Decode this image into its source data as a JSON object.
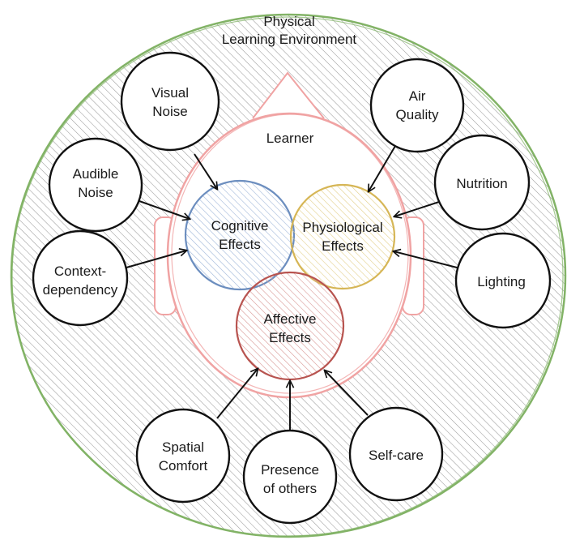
{
  "environment": {
    "label_lines": [
      "Physical",
      "Learning Environment"
    ]
  },
  "learner": {
    "label": "Learner"
  },
  "effects": {
    "cognitive": {
      "lines": [
        "Cognitive",
        "Effects"
      ],
      "color": "#6c8ebf"
    },
    "physiological": {
      "lines": [
        "Physiological",
        "Effects"
      ],
      "color": "#d6b656"
    },
    "affective": {
      "lines": [
        "Affective",
        "Effects"
      ],
      "color": "#b85450"
    }
  },
  "factors": {
    "visual_noise": {
      "lines": [
        "Visual",
        "Noise"
      ]
    },
    "audible_noise": {
      "lines": [
        "Audible",
        "Noise"
      ]
    },
    "context_dependency": {
      "lines": [
        "Context-",
        "dependency"
      ]
    },
    "air_quality": {
      "lines": [
        "Air",
        "Quality"
      ]
    },
    "nutrition": {
      "lines": [
        "Nutrition"
      ]
    },
    "lighting": {
      "lines": [
        "Lighting"
      ]
    },
    "spatial_comfort": {
      "lines": [
        "Spatial",
        "Comfort"
      ]
    },
    "presence_of_others": {
      "lines": [
        "Presence",
        "of others"
      ]
    },
    "self_care": {
      "lines": [
        "Self-care"
      ]
    }
  },
  "colors": {
    "environment_stroke": "#82b366",
    "head_stroke": "#f0a3a3",
    "hatch": "#9a9a9a"
  }
}
